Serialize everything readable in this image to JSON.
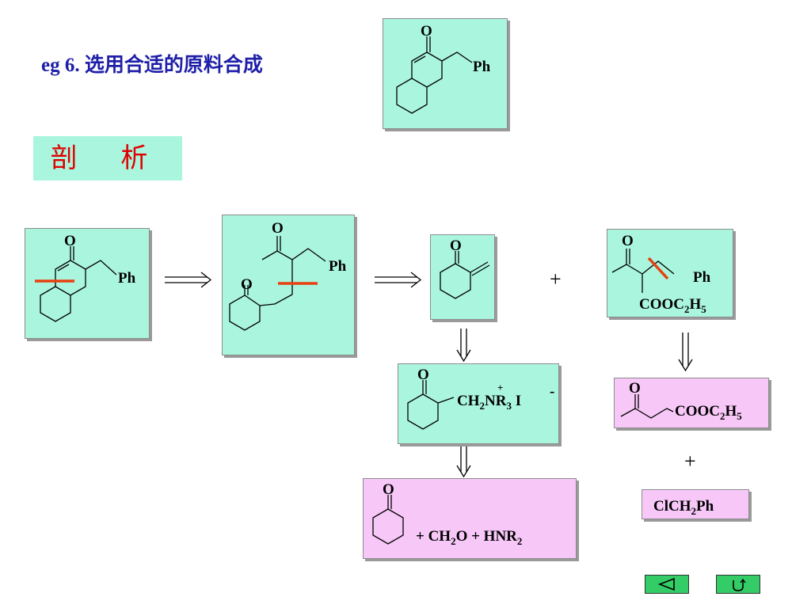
{
  "header": {
    "title": "eg 6.  选用合适的原料合成",
    "analysis_label": "剖  析"
  },
  "labels": {
    "o": "O",
    "ph": "Ph",
    "plus": "+",
    "plus_small": "+",
    "minus": "-",
    "ch2": "CH",
    "two": "2",
    "nr3": "NR",
    "three": "3",
    "iodide": " I",
    "cooc2h5_a": "COOC",
    "h5": "H",
    "five": "5",
    "ch2o_a": "+  CH",
    "ch2o_b": "O  +  HNR",
    "clch2ph_a": "ClCH",
    "clch2ph_b": "Ph"
  },
  "colors": {
    "green_box": "#aaf5dd",
    "pink_box": "#f7c8f7",
    "title_blue": "#1f1fa8",
    "analysis_red": "#e00000",
    "cut_mark": "#e84010",
    "nav_green": "#33cc66"
  },
  "nav": {
    "back_icon": "triangle-left-icon",
    "return_icon": "u-turn-icon"
  }
}
